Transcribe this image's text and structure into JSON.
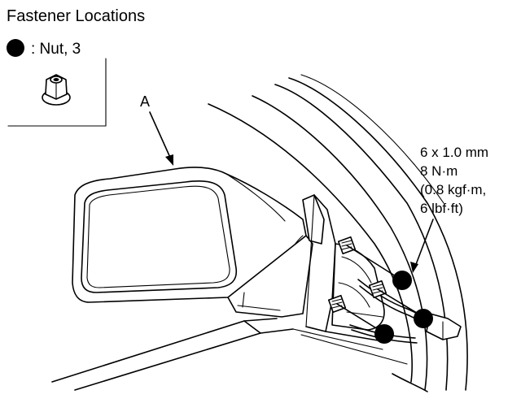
{
  "title": "Fastener Locations",
  "legend": {
    "symbol_icon": "filled-circle-icon",
    "label": ": Nut, 3",
    "part_icon": "hex-flange-nut-icon"
  },
  "callout_a": "A",
  "spec": {
    "line1": "6 x 1.0 mm",
    "line2": "8 N·m",
    "line3": "(0.8 kgf·m,",
    "line4": "6 lbf·ft)"
  },
  "fastener_marker_icon": "filled-circle-icon",
  "fastener_count": 3
}
